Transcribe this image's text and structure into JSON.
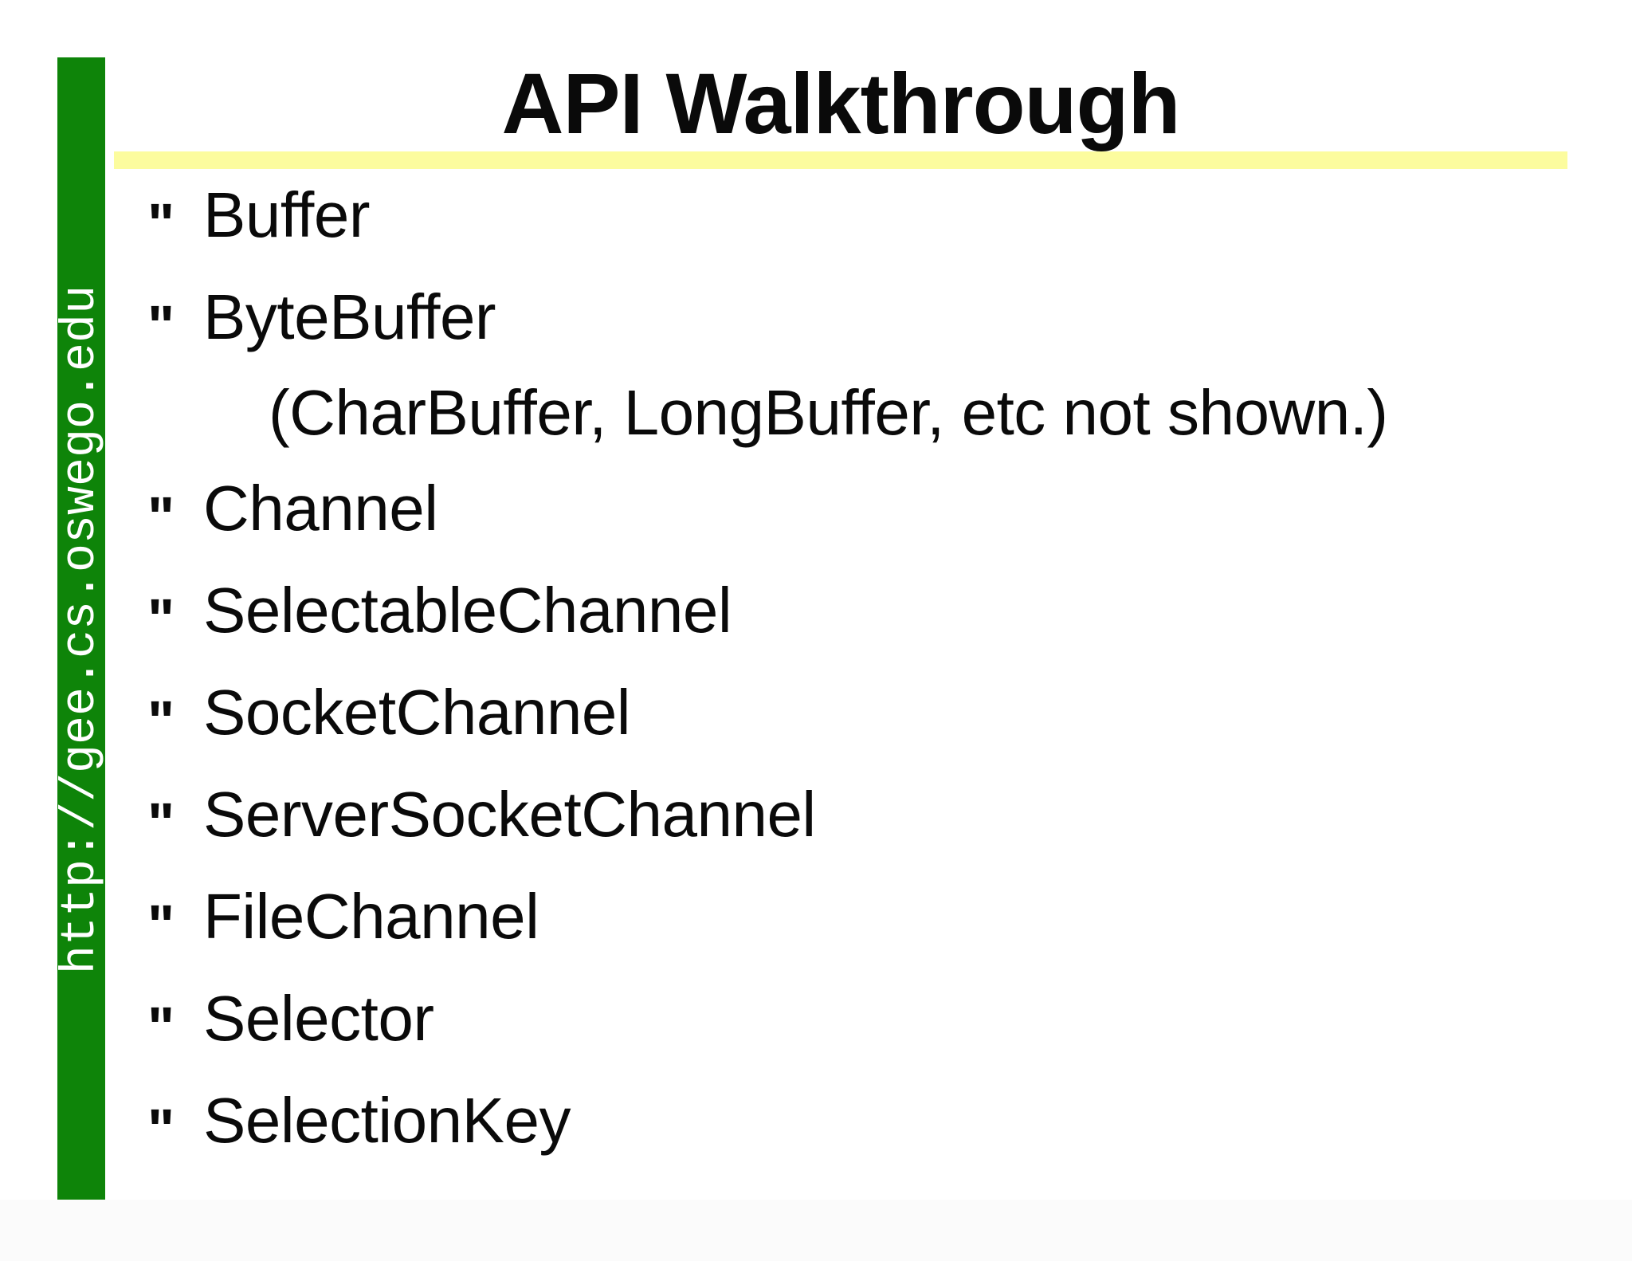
{
  "slide": {
    "title": "API Walkthrough",
    "sidebar_url": "http://gee.cs.oswego.edu",
    "bullet_char": "\"",
    "items": [
      {
        "type": "bullet",
        "label": "Buffer"
      },
      {
        "type": "bullet",
        "label": "ByteBuffer"
      },
      {
        "type": "sub",
        "label": "(CharBuffer, LongBuffer, etc not shown.)"
      },
      {
        "type": "bullet",
        "label": "Channel"
      },
      {
        "type": "bullet",
        "label": "SelectableChannel"
      },
      {
        "type": "bullet",
        "label": "SocketChannel"
      },
      {
        "type": "bullet",
        "label": "ServerSocketChannel"
      },
      {
        "type": "bullet",
        "label": "FileChannel"
      },
      {
        "type": "bullet",
        "label": "Selector"
      },
      {
        "type": "bullet",
        "label": "SelectionKey"
      }
    ],
    "colors": {
      "sidebar_green": "#0e8409",
      "underline_yellow": "#fcfc9e",
      "text": "#0a0a0a",
      "background": "#ffffff",
      "sidebar_text": "#ffffff",
      "footer_strip": "#fbfbfb"
    }
  }
}
